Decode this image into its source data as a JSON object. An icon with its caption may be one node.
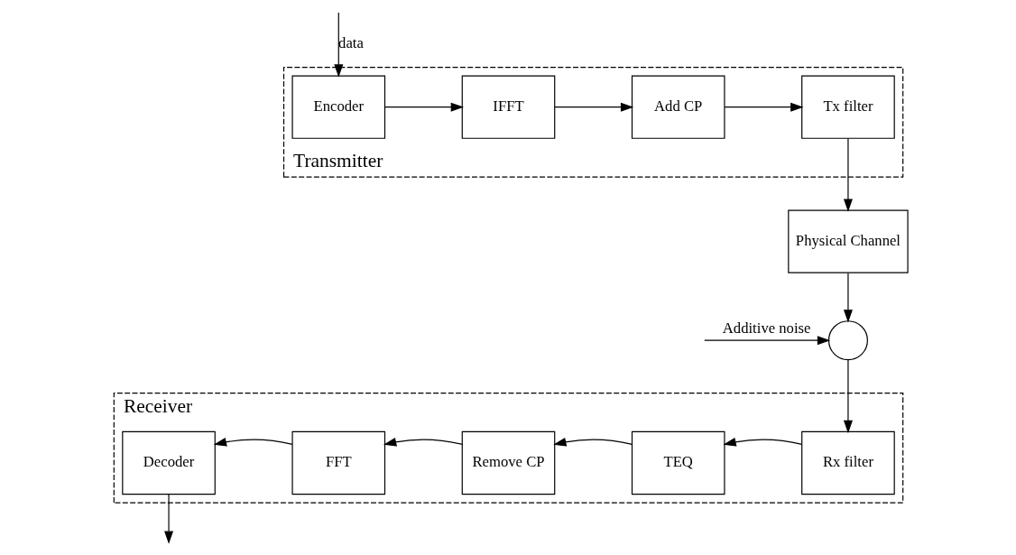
{
  "diagram": {
    "nodes": [
      {
        "text": [
          "Transmitter"
        ]
      },
      {
        "text": [
          "Encoder"
        ],
        "in": 0
      },
      {
        "text": [
          "IFFT"
        ],
        "in": 0
      },
      {
        "text": [
          "Add CP"
        ],
        "in": 0
      },
      {
        "text": [
          "Tx filter"
        ],
        "in": 0
      },
      {
        "text": [
          "Physical Channel"
        ]
      },
      {
        "text": [],
        "shape": "circle"
      },
      {
        "text": [
          "Receiver"
        ]
      },
      {
        "text": [
          "Rx filter"
        ],
        "in": 7
      },
      {
        "text": [
          "TEQ"
        ],
        "in": 7
      },
      {
        "text": [
          "Remove CP"
        ],
        "in": 7
      },
      {
        "text": [
          "FFT"
        ],
        "in": 7
      },
      {
        "text": [
          "Decoder"
        ],
        "in": 7
      }
    ],
    "edges": [
      {
        "from": null,
        "to": 1,
        "arrow": "to",
        "label": "data"
      },
      {
        "from": 1,
        "to": 2,
        "arrow": "to"
      },
      {
        "from": 2,
        "to": 3,
        "arrow": "to"
      },
      {
        "from": 3,
        "to": 4,
        "arrow": "to"
      },
      {
        "from": 4,
        "to": 5,
        "arrow": "to"
      },
      {
        "from": 5,
        "to": 6,
        "arrow": "to"
      },
      {
        "from": null,
        "to": 6,
        "arrow": "to",
        "label": "Additive noise"
      },
      {
        "from": 6,
        "to": 8,
        "arrow": "to"
      },
      {
        "from": 8,
        "to": 9,
        "arrow": "to"
      },
      {
        "from": 9,
        "to": 10,
        "arrow": "to"
      },
      {
        "from": 10,
        "to": 11,
        "arrow": "to"
      },
      {
        "from": 11,
        "to": 12,
        "arrow": "to"
      },
      {
        "from": 12,
        "to": null,
        "arrow": "to"
      }
    ]
  }
}
